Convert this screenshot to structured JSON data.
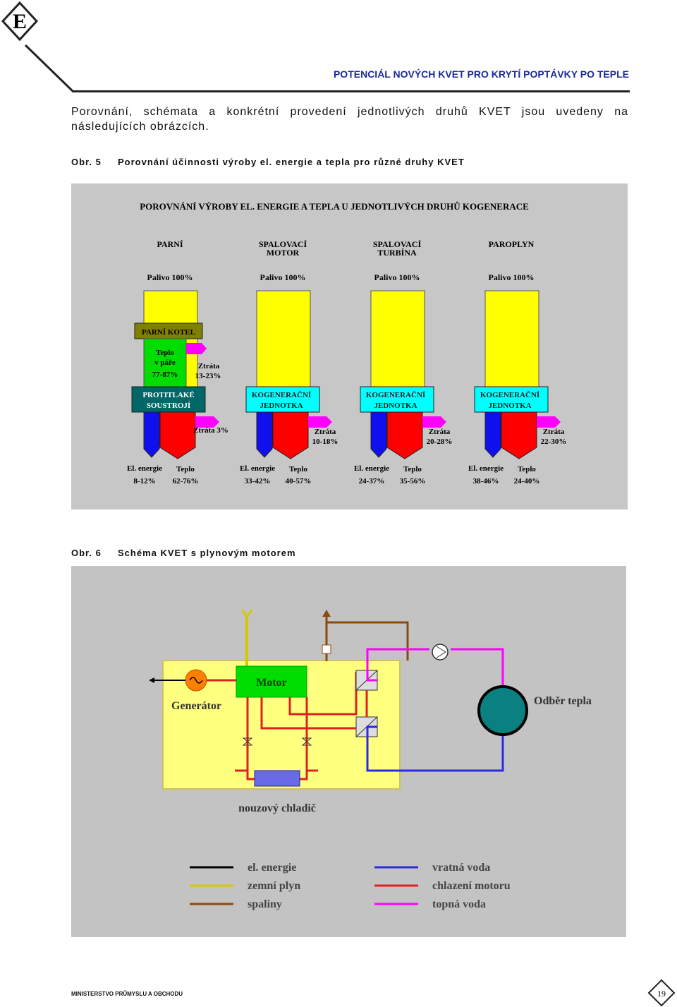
{
  "header": {
    "title": "POTENCIÁL NOVÝCH  KVET  PRO  KRYTÍ  POPTÁVKY  PO TEPLE",
    "logo_letter": "E"
  },
  "intro": "Porovnání, schémata a konkrétní provedení jednotlivých druhů KVET jsou uvedeny na následujících obrázcích.",
  "fig5": {
    "caption_num": "Obr. 5",
    "caption_text": "Porovnání účinnosti výroby el. energie a tepla pro různé druhy KVET",
    "title": "POROVNÁNÍ VÝROBY EL. ENERGIE A TEPLA U JEDNOTLIVÝCH DRUHŮ KOGENERACE",
    "fuel_label": "Palivo 100%",
    "el_label": "El. energie",
    "heat_label": "Teplo",
    "loss_label": "Ztráta",
    "columns": [
      {
        "name1": "PARNÍ",
        "name2": "",
        "unit1": "PROTITLAKÉ",
        "unit2": "SOUSTROJÍ",
        "boiler": "PARNÍ KOTEL",
        "steam1": "Teplo",
        "steam2": "v páře",
        "steam3": "77-87%",
        "loss1": "13-23%",
        "loss2": "Ztráta 3%",
        "el": "8-12%",
        "heat": "62-76%"
      },
      {
        "name1": "SPALOVACÍ",
        "name2": "MOTOR",
        "unit1": "KOGENERAČNÍ",
        "unit2": "JEDNOTKA",
        "loss2": "10-18%",
        "el": "33-42%",
        "heat": "40-57%"
      },
      {
        "name1": "SPALOVACÍ",
        "name2": "TURBÍNA",
        "unit1": "KOGENERAČNÍ",
        "unit2": "JEDNOTKA",
        "loss2": "20-28%",
        "el": "24-37%",
        "heat": "35-56%"
      },
      {
        "name1": "PAROPLYN",
        "name2": "",
        "unit1": "KOGENERAČNÍ",
        "unit2": "JEDNOTKA",
        "loss2": "22-30%",
        "el": "38-46%",
        "heat": "24-40%"
      }
    ],
    "colors": {
      "fuel": "#ffff00",
      "heat": "#ff0000",
      "el": "#1010ee",
      "loss": "#ff00ff",
      "boiler": "#808000",
      "steam": "#00dd00",
      "unit_teal": "#006666",
      "unit_cyan": "#00ffff"
    }
  },
  "fig6": {
    "caption_num": "Obr. 6",
    "caption_text": "Schéma KVET s plynovým motorem",
    "motor": "Motor",
    "generator": "Generátor",
    "consumer": "Odběr tepla",
    "cooler": "nouzový chladič",
    "legend": [
      {
        "label": "el. energie",
        "color": "#000000"
      },
      {
        "label": "zemní plyn",
        "color": "#d6c800"
      },
      {
        "label": "spaliny",
        "color": "#8b4a0f"
      },
      {
        "label": "vratná voda",
        "color": "#2a2ae0"
      },
      {
        "label": "chlazení motoru",
        "color": "#e02020"
      },
      {
        "label": "topná voda",
        "color": "#ff00ff"
      }
    ]
  },
  "footer": {
    "ministry": "MINISTERSTVO PRŮMYSLU A OBCHODU",
    "page": "19"
  }
}
